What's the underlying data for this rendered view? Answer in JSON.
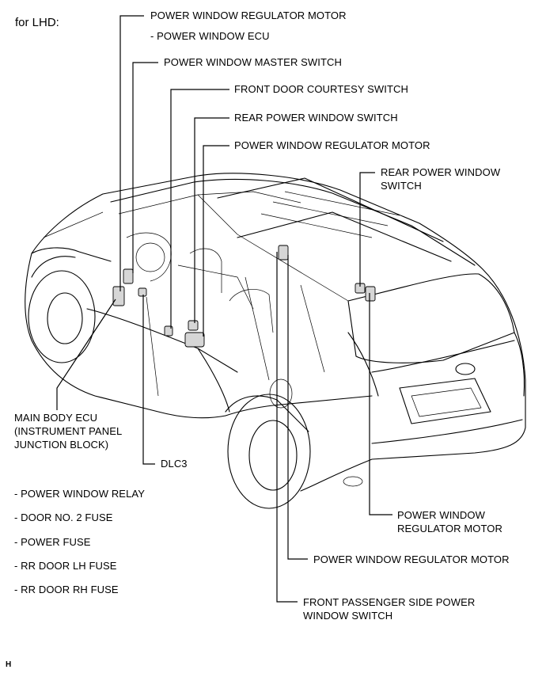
{
  "header": "for LHD:",
  "footer_code": "H",
  "labels": {
    "pw_reg_motor_top": "POWER WINDOW REGULATOR MOTOR",
    "pw_ecu": "- POWER WINDOW ECU",
    "pw_master_switch": "POWER WINDOW MASTER SWITCH",
    "front_door_courtesy": "FRONT DOOR COURTESY SWITCH",
    "rear_pw_switch": "REAR POWER WINDOW SWITCH",
    "pw_reg_motor_2": "POWER WINDOW REGULATOR MOTOR",
    "rear_pw_switch_right_1": "REAR POWER WINDOW",
    "rear_pw_switch_right_2": "SWITCH",
    "main_body_ecu_1": "MAIN BODY ECU",
    "main_body_ecu_2": "(INSTRUMENT PANEL",
    "main_body_ecu_3": "JUNCTION BLOCK)",
    "dlc3": "DLC3",
    "pw_reg_motor_right_1": "POWER WINDOW",
    "pw_reg_motor_right_2": "REGULATOR MOTOR",
    "pw_reg_motor_bottom": "POWER WINDOW REGULATOR MOTOR",
    "front_pass_switch_1": "FRONT PASSENGER SIDE POWER",
    "front_pass_switch_2": "WINDOW SWITCH"
  },
  "sub_items": [
    "- POWER WINDOW RELAY",
    "- DOOR NO. 2 FUSE",
    "- POWER FUSE",
    "- RR DOOR LH FUSE",
    "- RR DOOR RH FUSE"
  ]
}
